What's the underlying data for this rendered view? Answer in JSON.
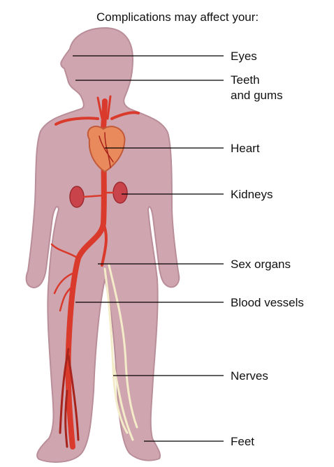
{
  "title": "Complications may affect your:",
  "labels": [
    {
      "id": "eyes",
      "lines": [
        "Eyes"
      ]
    },
    {
      "id": "teeth",
      "lines": [
        "Teeth",
        "and gums"
      ]
    },
    {
      "id": "heart",
      "lines": [
        "Heart"
      ]
    },
    {
      "id": "kidneys",
      "lines": [
        "Kidneys"
      ]
    },
    {
      "id": "sex",
      "lines": [
        "Sex organs"
      ]
    },
    {
      "id": "blood",
      "lines": [
        "Blood vessels"
      ]
    },
    {
      "id": "nerves",
      "lines": [
        "Nerves"
      ]
    },
    {
      "id": "feet",
      "lines": [
        "Feet"
      ]
    }
  ],
  "colors": {
    "body": "#cfa6b0",
    "body_outline": "#b98e99",
    "artery": "#d93a2b",
    "artery_dark": "#a8231b",
    "heart": "#e98a5c",
    "nerve": "#f4ecc8",
    "leader": "#000000"
  }
}
